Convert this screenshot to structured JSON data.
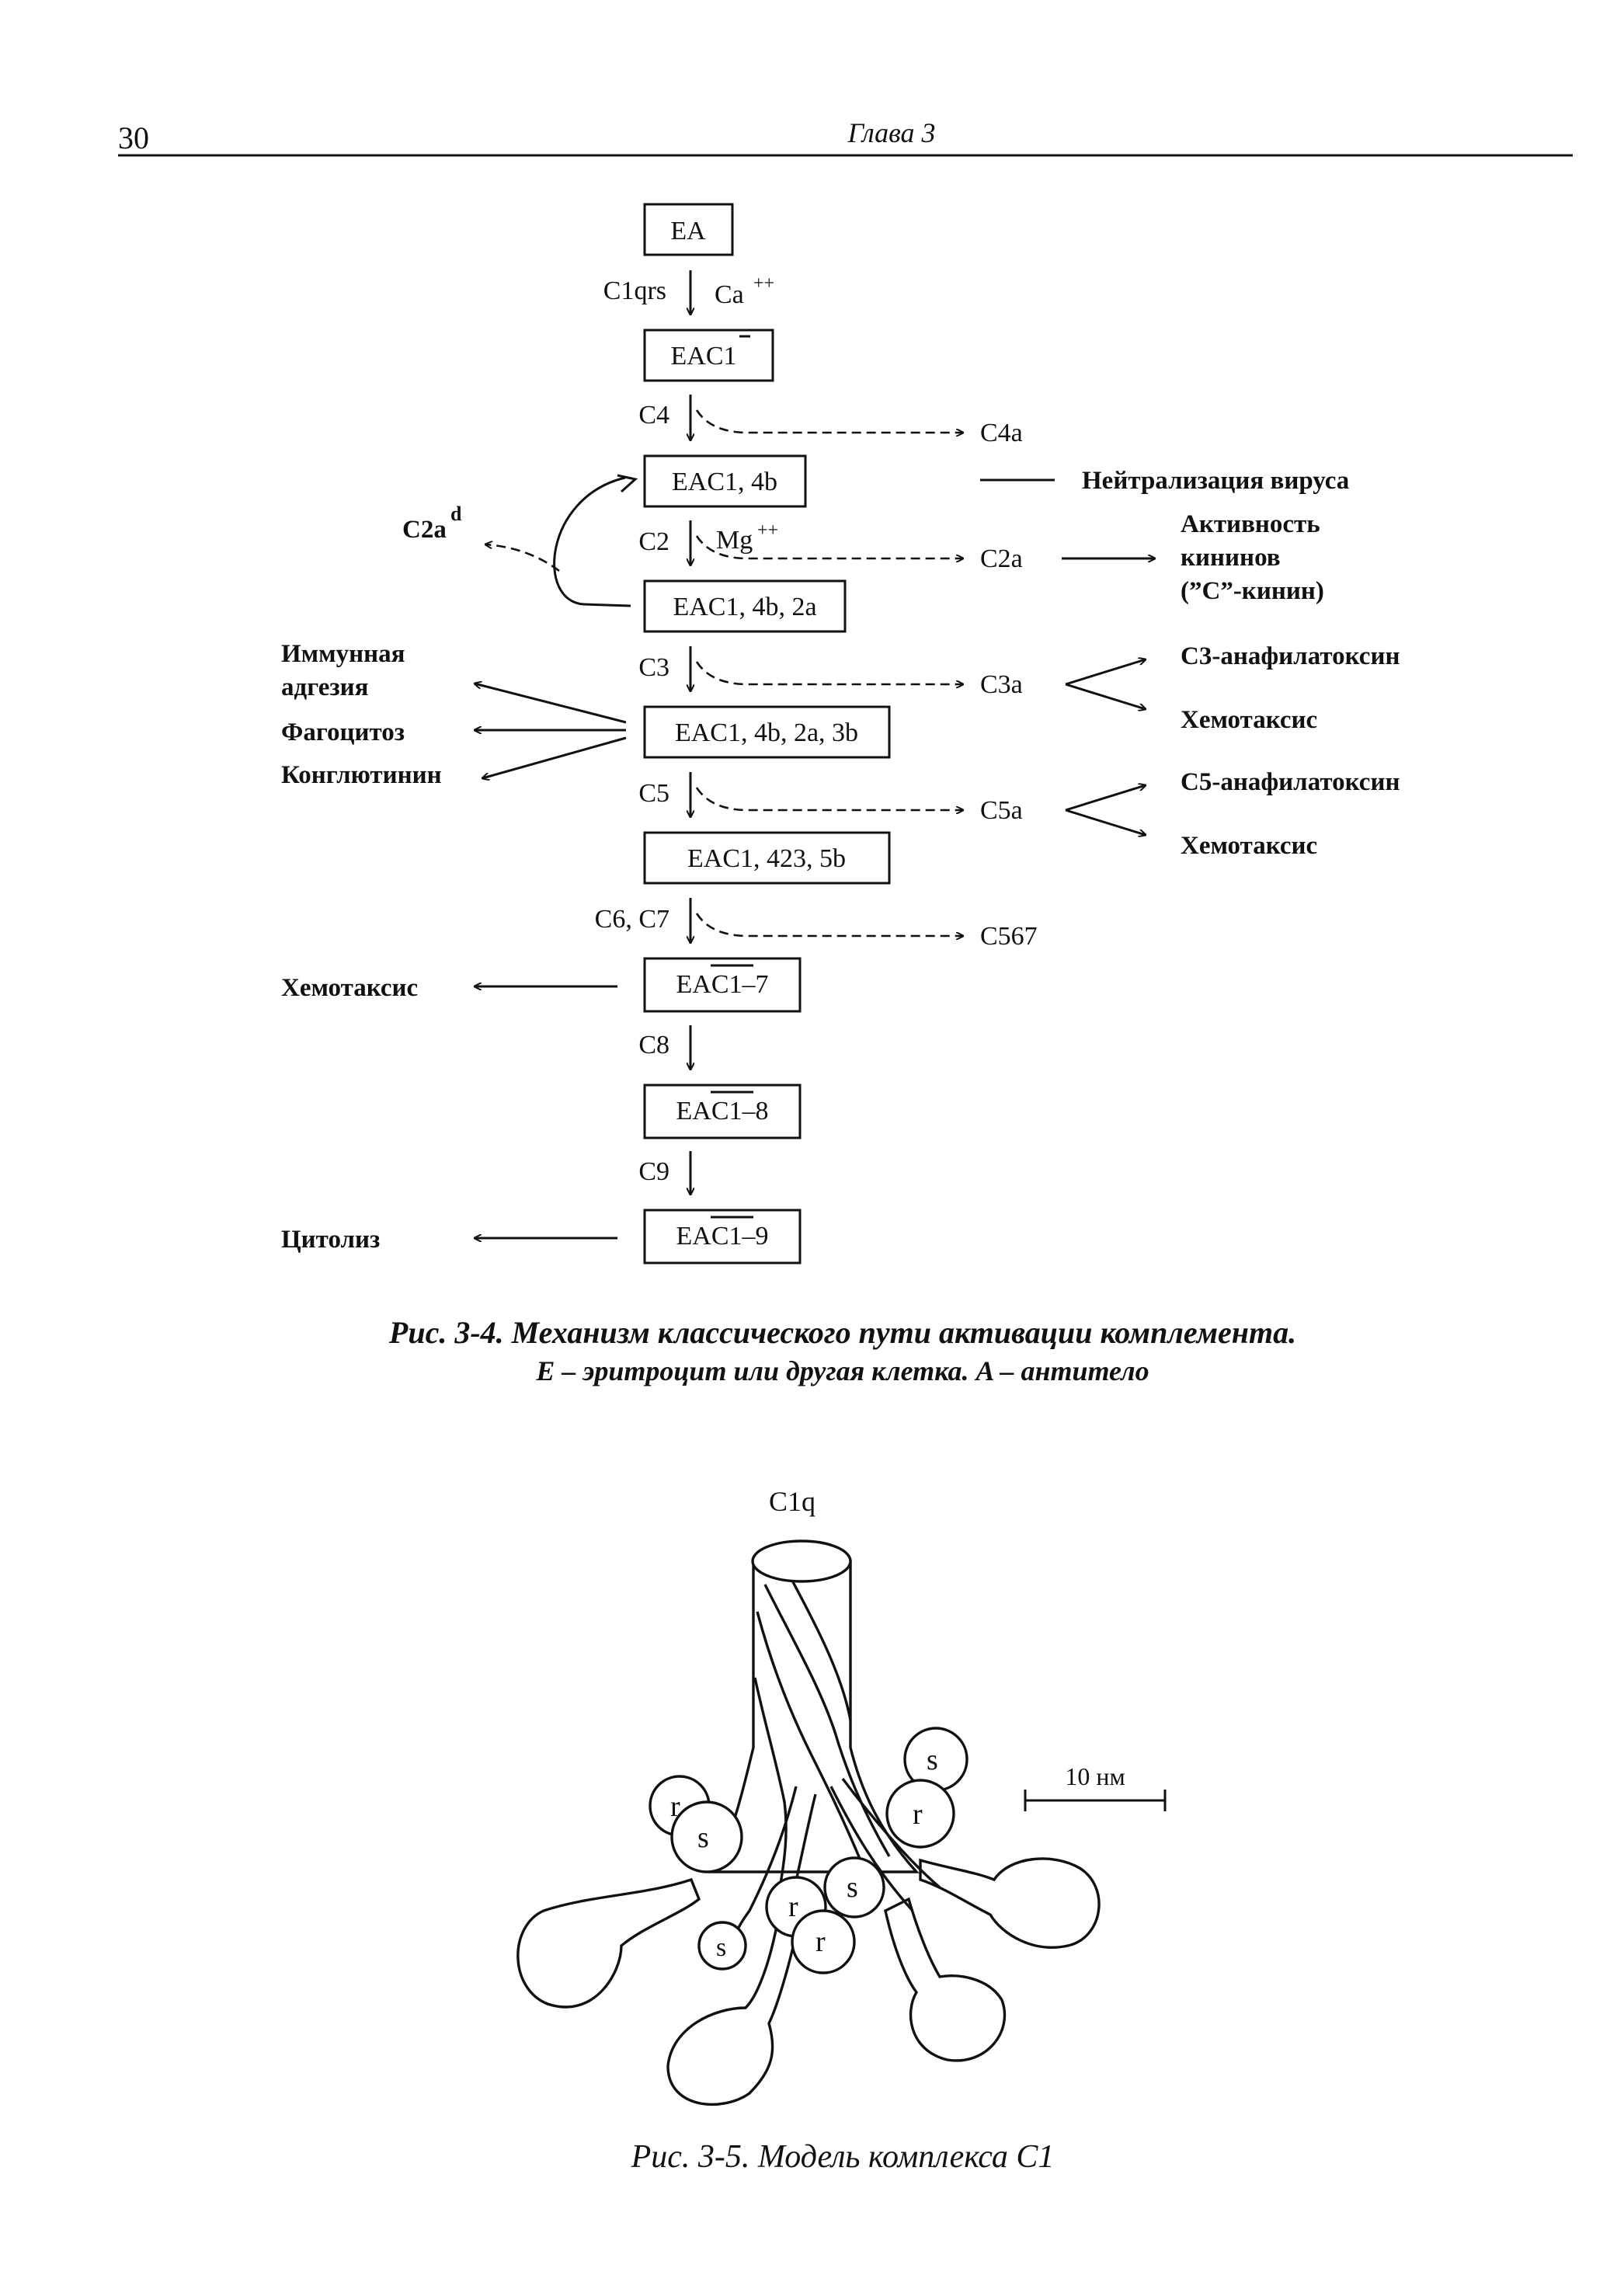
{
  "header": {
    "page_number": "30",
    "chapter": "Глава 3"
  },
  "fig34": {
    "boxes": [
      "EA",
      "EAC1",
      "EAC1, 4b",
      "EAC1, 4b, 2a",
      "EAC1, 4b, 2a, 3b",
      "EAC1, 423, 5b",
      "EAC1–7",
      "EAC1–8",
      "EAC1–9"
    ],
    "reagents": [
      "C1qrs",
      "Ca",
      "++",
      "C4",
      "C2",
      "Mg",
      "++",
      "C3",
      "C5",
      "C6, C7",
      "C8",
      "C9"
    ],
    "products": [
      "C4a",
      "C2a",
      "C3a",
      "C5a",
      "C567"
    ],
    "c2ad": {
      "base": "C2a",
      "sup": "d"
    },
    "effects_right": {
      "virus": "Нейтрализация вируса",
      "kinin": [
        "Активность",
        "кининов",
        "(”C”-кинин)"
      ],
      "c3": [
        "C3-анафилатоксин",
        "Хемотаксис"
      ],
      "c5": [
        "C5-анафилатоксин",
        "Хемотаксис"
      ]
    },
    "effects_left": {
      "immune": [
        "Иммунная",
        "адгезия"
      ],
      "phago": "Фагоцитоз",
      "conglut": "Конглютинин",
      "chemo": "Хемотаксис",
      "cytolysis": "Цитолиз"
    },
    "caption_line1": "Рис. 3-4. Механизм классического пути активации комплемента.",
    "caption_line2": "E – эритроцит или другая клетка. A – антитело"
  },
  "fig35": {
    "title": "C1q",
    "scale": "10 нм",
    "subunits": [
      "r",
      "s",
      "s",
      "r",
      "r",
      "s",
      "s",
      "r"
    ],
    "caption": "Рис. 3-5. Модель комплекса C1"
  }
}
